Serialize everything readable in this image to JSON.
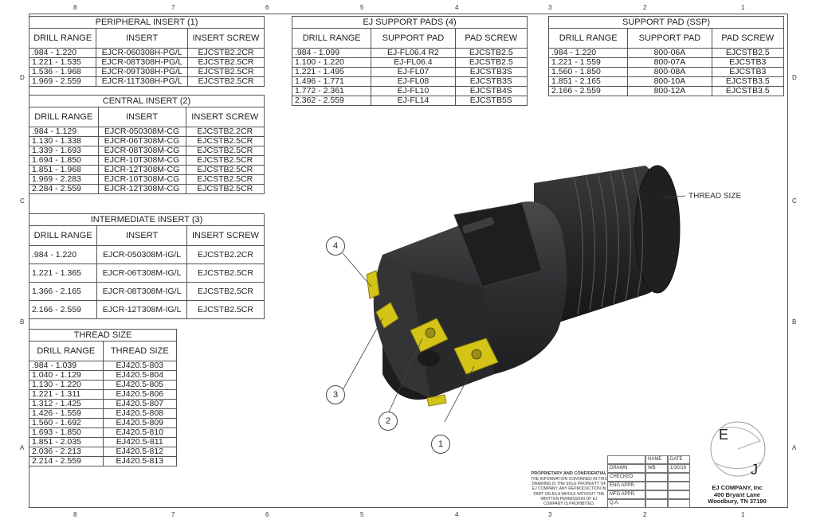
{
  "zones": {
    "top": [
      "8",
      "7",
      "6",
      "5",
      "4",
      "3",
      "2",
      "1"
    ],
    "side_left": [
      "D",
      "C",
      "B",
      "A"
    ],
    "side_right": [
      "D",
      "C",
      "B",
      "A"
    ]
  },
  "peripheral": {
    "title": "PERIPHERAL INSERT (1)",
    "headers": [
      "DRILL RANGE",
      "INSERT",
      "INSERT SCREW"
    ],
    "rows": [
      [
        ".984 - 1.220",
        "EJCR-060308H-PG/L",
        "EJCSTB2.2CR"
      ],
      [
        "1.221 - 1.535",
        "EJCR-08T308H-PG/L",
        "EJCSTB2.5CR"
      ],
      [
        "1.536 - 1.968",
        "EJCR-09T308H-PG/L",
        "EJCSTB2.5CR"
      ],
      [
        "1.969 - 2.559",
        "EJCR-11T308H-PG/L",
        "EJCSTB2.5CR"
      ]
    ]
  },
  "central": {
    "title": "CENTRAL INSERT (2)",
    "headers": [
      "DRILL RANGE",
      "INSERT",
      "INSERT SCREW"
    ],
    "rows": [
      [
        ".984 - 1.129",
        "EJCR-050308M-CG",
        "EJCSTB2.2CR"
      ],
      [
        "1.130 - 1.338",
        "EJCR-06T308M-CG",
        "EJCSTB2.5CR"
      ],
      [
        "1.339 - 1.693",
        "EJCR-08T308M-CG",
        "EJCSTB2.5CR"
      ],
      [
        "1.694 - 1.850",
        "EJCR-10T308M-CG",
        "EJCSTB2.5CR"
      ],
      [
        "1.851 - 1.968",
        "EJCR-12T308M-CG",
        "EJCSTB2.5CR"
      ],
      [
        "1.969 - 2.283",
        "EJCR-10T308M-CG",
        "EJCSTB2.5CR"
      ],
      [
        "2.284 - 2.559",
        "EJCR-12T308M-CG",
        "EJCSTB2.5CR"
      ]
    ]
  },
  "intermediate": {
    "title": "INTERMEDIATE INSERT (3)",
    "headers": [
      "DRILL RANGE",
      "INSERT",
      "INSERT SCREW"
    ],
    "rows": [
      [
        ".984 - 1.220",
        "EJCR-050308M-IG/L",
        "EJCSTB2.2CR"
      ],
      [
        "1.221 - 1.365",
        "EJCR-06T308M-IG/L",
        "EJCSTB2.5CR"
      ],
      [
        "1.366 - 2.165",
        "EJCR-08T308M-IG/L",
        "EJCSTB2.5CR"
      ],
      [
        "2.166 - 2.559",
        "EJCR-12T308M-IG/L",
        "EJCSTB2.5CR"
      ]
    ]
  },
  "thread": {
    "title": "THREAD SIZE",
    "headers": [
      "DRILL RANGE",
      "THREAD SIZE"
    ],
    "rows": [
      [
        ".984 - 1.039",
        "EJ420.5-803"
      ],
      [
        "1.040 - 1.129",
        "EJ420.5-804"
      ],
      [
        "1.130 - 1.220",
        "EJ420.5-805"
      ],
      [
        "1.221 - 1.311",
        "EJ420.5-806"
      ],
      [
        "1.312 - 1.425",
        "EJ420.5-807"
      ],
      [
        "1.426 - 1.559",
        "EJ420.5-808"
      ],
      [
        "1.560 - 1.692",
        "EJ420.5-809"
      ],
      [
        "1.693 - 1.850",
        "EJ420.5-810"
      ],
      [
        "1.851 - 2.035",
        "EJ420.5-811"
      ],
      [
        "2.036 - 2.213",
        "EJ420.5-812"
      ],
      [
        "2.214 - 2.559",
        "EJ420.5-813"
      ]
    ]
  },
  "ej_pads": {
    "title": "EJ SUPPORT PADS (4)",
    "headers": [
      "DRILL RANGE",
      "SUPPORT PAD",
      "PAD SCREW"
    ],
    "rows": [
      [
        ".984 - 1.099",
        "EJ-FL06.4 R2",
        "EJCSTB2.5"
      ],
      [
        "1.100 - 1.220",
        "EJ-FL06.4",
        "EJCSTB2.5"
      ],
      [
        "1.221 - 1.495",
        "EJ-FL07",
        "EJCSTB3S"
      ],
      [
        "1.496 - 1.771",
        "EJ-FL08",
        "EJCSTB3S"
      ],
      [
        "1.772 - 2.361",
        "EJ-FL10",
        "EJCSTB4S"
      ],
      [
        "2.362 - 2.559",
        "EJ-FL14",
        "EJCSTB5S"
      ]
    ]
  },
  "ssp_pads": {
    "title": "SUPPORT PAD (SSP)",
    "headers": [
      "DRILL RANGE",
      "SUPPORT PAD",
      "PAD SCREW"
    ],
    "rows": [
      [
        ".984 - 1.220",
        "800-06A",
        "EJCSTB2.5"
      ],
      [
        "1.221 - 1.559",
        "800-07A",
        "EJCSTB3"
      ],
      [
        "1.560 - 1.850",
        "800-08A",
        "EJCSTB3"
      ],
      [
        "1.851 - 2.165",
        "800-10A",
        "EJCSTB3.5"
      ],
      [
        "2.166 - 2.559",
        "800-12A",
        "EJCSTB3.5"
      ]
    ]
  },
  "drawing": {
    "thread_label": "THREAD SIZE",
    "callouts": [
      "1",
      "2",
      "3",
      "4"
    ]
  },
  "title_block": {
    "col_name": "NAME",
    "col_date": "DATE",
    "rows": [
      {
        "label": "DRAWN",
        "name": "WB",
        "date": "1/30/19"
      },
      {
        "label": "CHECKED",
        "name": "",
        "date": ""
      },
      {
        "label": "ENG APPR.",
        "name": "",
        "date": ""
      },
      {
        "label": "MFG APPR.",
        "name": "",
        "date": ""
      },
      {
        "label": "Q.A.",
        "name": "",
        "date": ""
      }
    ],
    "prop_title": "PROPRIETARY AND CONFIDENTIAL",
    "prop_text": "THE INFORMATION CONTAINED IN THIS DRAWING IS THE SOLE PROPERTY OF EJ COMPANY. ANY REPRODUCTION IN PART OR AS A WHOLE WITHOUT THE WRITTEN PERMISSION OF EJ COMPANY IS PROHIBITED.",
    "logo_e": "E",
    "logo_j": "J",
    "company": [
      "EJ COMPANY, Inc",
      "400 Bryant Lane",
      "Woodbury, TN 37190"
    ]
  },
  "colors": {
    "tool_body": "#2b2b2d",
    "insert_yellow": "#d4c417"
  }
}
